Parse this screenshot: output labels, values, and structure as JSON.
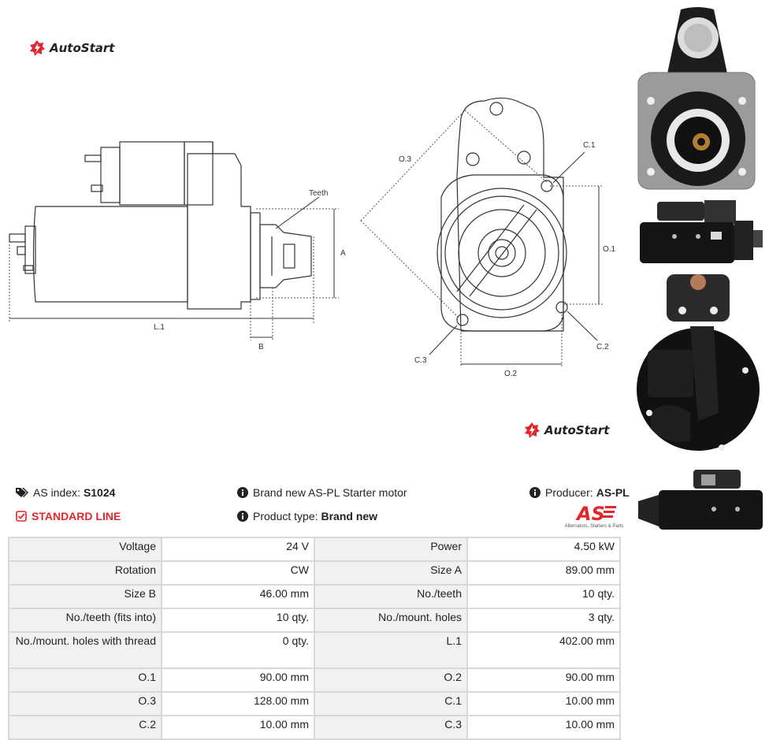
{
  "brand": {
    "logo_text": "AutoStart",
    "accent": "#e3262c"
  },
  "drawing": {
    "labels": {
      "teeth": "Teeth",
      "a": "A",
      "l1": "L.1",
      "b": "B",
      "o3": "O.3",
      "c1": "C.1",
      "o1": "O.1",
      "c2": "C.2",
      "c3": "C.3",
      "o2": "O.2"
    }
  },
  "info": {
    "as_index_label": "AS index:",
    "as_index_value": "S1024",
    "line_label": "STANDARD LINE",
    "desc": "Brand new AS-PL Starter motor",
    "product_type_label": "Product type:",
    "product_type_value": "Brand new",
    "producer_label": "Producer:",
    "producer_value": "AS-PL",
    "producer_logo": "AS",
    "producer_tagline": "Alternators, Starters & Parts"
  },
  "specs": [
    [
      "Voltage",
      "24 V",
      "Power",
      "4.50 kW"
    ],
    [
      "Rotation",
      "CW",
      "Size A",
      "89.00 mm"
    ],
    [
      "Size B",
      "46.00 mm",
      "No./teeth",
      "10 qty."
    ],
    [
      "No./teeth (fits into)",
      "10 qty.",
      "No./mount. holes",
      "3 qty."
    ],
    [
      "No./mount. holes with thread",
      "0 qty.",
      "L.1",
      "402.00 mm"
    ],
    [
      "O.1",
      "90.00 mm",
      "O.2",
      "90.00 mm"
    ],
    [
      "O.3",
      "128.00 mm",
      "C.1",
      "10.00 mm"
    ],
    [
      "C.2",
      "10.00 mm",
      "C.3",
      "10.00 mm"
    ]
  ]
}
